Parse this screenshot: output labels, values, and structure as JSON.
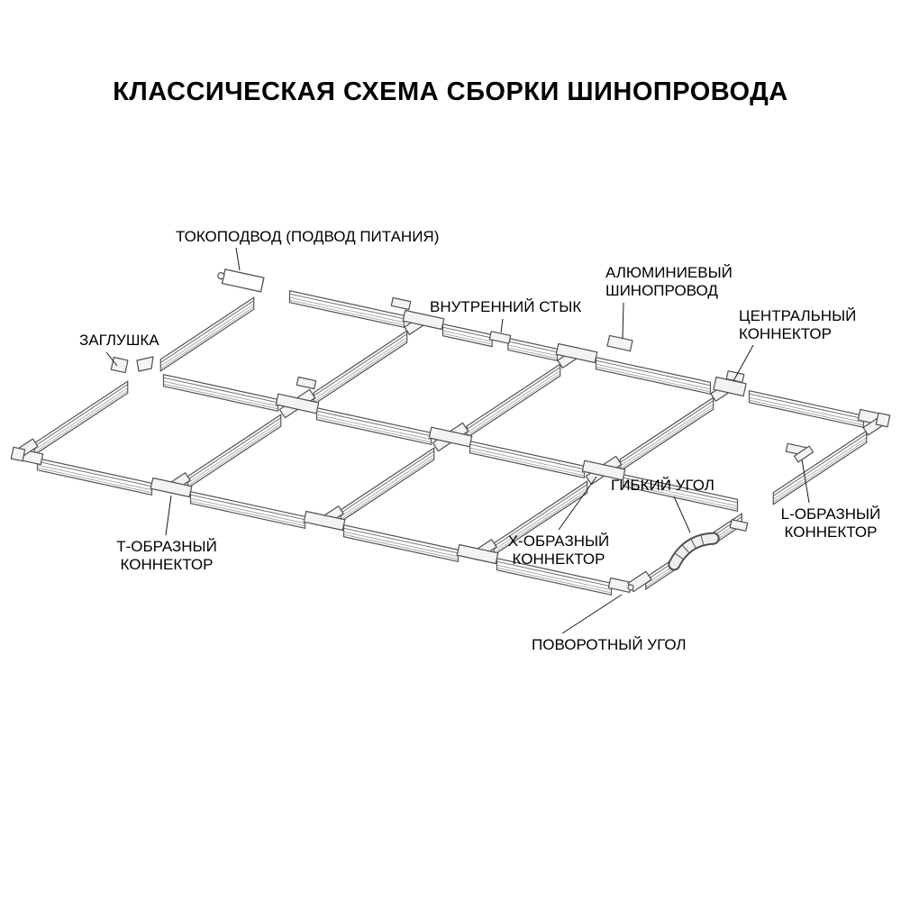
{
  "title": "КЛАССИЧЕСКАЯ СХЕМА СБОРКИ ШИНОПРОВОДА",
  "labels": {
    "power_feed": "ТОКОПОДВОД (ПОДВОД ПИТАНИЯ)",
    "end_cap": "ЗАГЛУШКА",
    "inner_joint": "ВНУТРЕННИЙ СТЫК",
    "aluminum": {
      "l1": "АЛЮМИНИЕВЫЙ",
      "l2": "ШИНОПРОВОД"
    },
    "central": {
      "l1": "ЦЕНТРАЛЬНЫЙ",
      "l2": "КОННЕКТОР"
    },
    "flexible": "ГИБКИЙ УГОЛ",
    "l_connector": {
      "l1": "L-ОБРАЗНЫЙ",
      "l2": "КОННЕКТОР"
    },
    "t_connector": {
      "l1": "Т-ОБРАЗНЫЙ",
      "l2": "КОННЕКТОР"
    },
    "x_connector": {
      "l1": "Х-ОБРАЗНЫЙ",
      "l2": "КОННЕКТОР"
    },
    "rotating_corner": "ПОВОРОТНЫЙ УГОЛ"
  },
  "colors": {
    "line": "#4f4f4f",
    "text": "#000000",
    "background": "#ffffff"
  }
}
